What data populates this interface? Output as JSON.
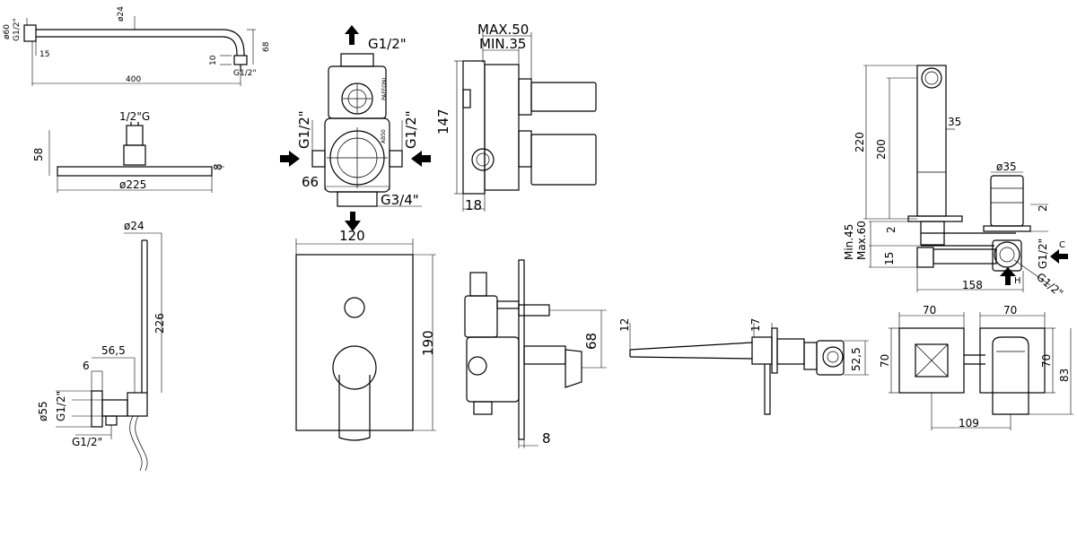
{
  "shower_arm": {
    "diameter_end": "ø60",
    "thread_inlet": "G1/2\"",
    "pipe_diameter": "ø24",
    "wall_offset": "15",
    "length": "400",
    "height": "68",
    "drop": "10",
    "thread_outlet": "G1/2\""
  },
  "shower_head": {
    "thread": "1/2\"G",
    "height": "58",
    "thickness": "8",
    "diameter": "ø225"
  },
  "hand_shower": {
    "diameter": "ø24",
    "length": "226",
    "bracket_depth": "56,5",
    "bracket_offset": "6",
    "bracket_diameter": "ø55",
    "thread_side": "G1/2\"",
    "thread_bottom": "G1/2\""
  },
  "mixer_body_front": {
    "top_outlet": "G1/2\"",
    "left_inlet": "G1/2\"",
    "right_inlet": "G1/2\"",
    "width": "66",
    "bottom_outlet": "G3/4\""
  },
  "mixer_body_side": {
    "max_depth": "MAX.50",
    "min_depth": "MIN.35",
    "height": "147",
    "base": "18"
  },
  "cover_plate": {
    "width": "120",
    "height": "190"
  },
  "cover_side": {
    "height": "68",
    "plate_thickness": "8"
  },
  "spout_side": {
    "thickness": "12",
    "height": "17",
    "body_height": "52,5"
  },
  "basin_mixer": {
    "total_height": "220",
    "body_height": "200",
    "spout_width": "35",
    "handle_diameter": "ø35",
    "plate_top": "2",
    "plate_bottom": "2",
    "wall_min": "Min.45",
    "wall_max": "Max.60",
    "pipe_offset": "15",
    "depth": "158",
    "thread_1": "G1/2\"",
    "thread_2": "G1/2\"",
    "cold_label": "C",
    "hot_label": "H"
  },
  "plates_front": {
    "left_width": "70",
    "right_width": "70",
    "left_height": "70",
    "right_height": "70",
    "total_height": "83",
    "spacing": "109"
  }
}
